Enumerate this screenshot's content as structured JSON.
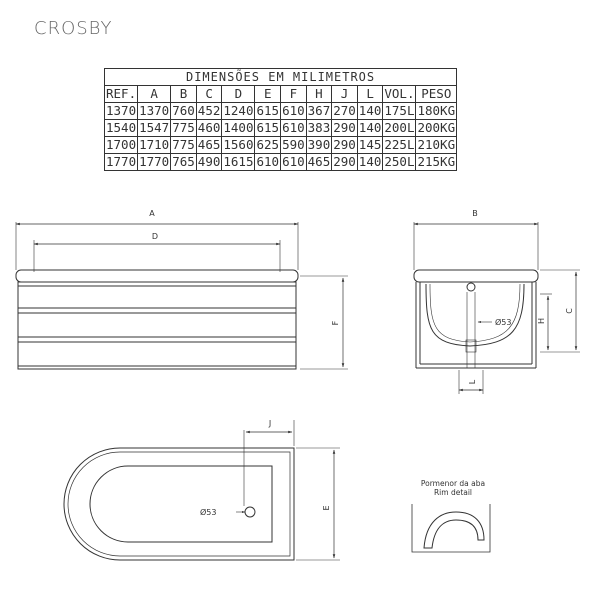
{
  "brand": "CROSBY",
  "table": {
    "heading": "DIMENSÕES EM MILIMETROS",
    "columns": [
      "REF.",
      "A",
      "B",
      "C",
      "D",
      "E",
      "F",
      "H",
      "J",
      "L",
      "VOL.",
      "PESO"
    ],
    "rows": [
      [
        "1370",
        "1370",
        "760",
        "452",
        "1240",
        "615",
        "610",
        "367",
        "270",
        "140",
        "175L",
        "180KG"
      ],
      [
        "1540",
        "1547",
        "775",
        "460",
        "1400",
        "615",
        "610",
        "383",
        "290",
        "140",
        "200L",
        "200KG"
      ],
      [
        "1700",
        "1710",
        "775",
        "465",
        "1560",
        "625",
        "590",
        "390",
        "290",
        "145",
        "225L",
        "210KG"
      ],
      [
        "1770",
        "1770",
        "765",
        "490",
        "1615",
        "610",
        "610",
        "465",
        "290",
        "140",
        "250L",
        "215KG"
      ]
    ]
  },
  "labels": {
    "A": "A",
    "D": "D",
    "F": "F",
    "B": "B",
    "C": "C",
    "H": "H",
    "L": "L",
    "J": "J",
    "E": "E",
    "diam_side": "Ø53",
    "diam_top": "Ø53",
    "detail_line1": "Pormenor da aba",
    "detail_line2": "Rim detail"
  }
}
